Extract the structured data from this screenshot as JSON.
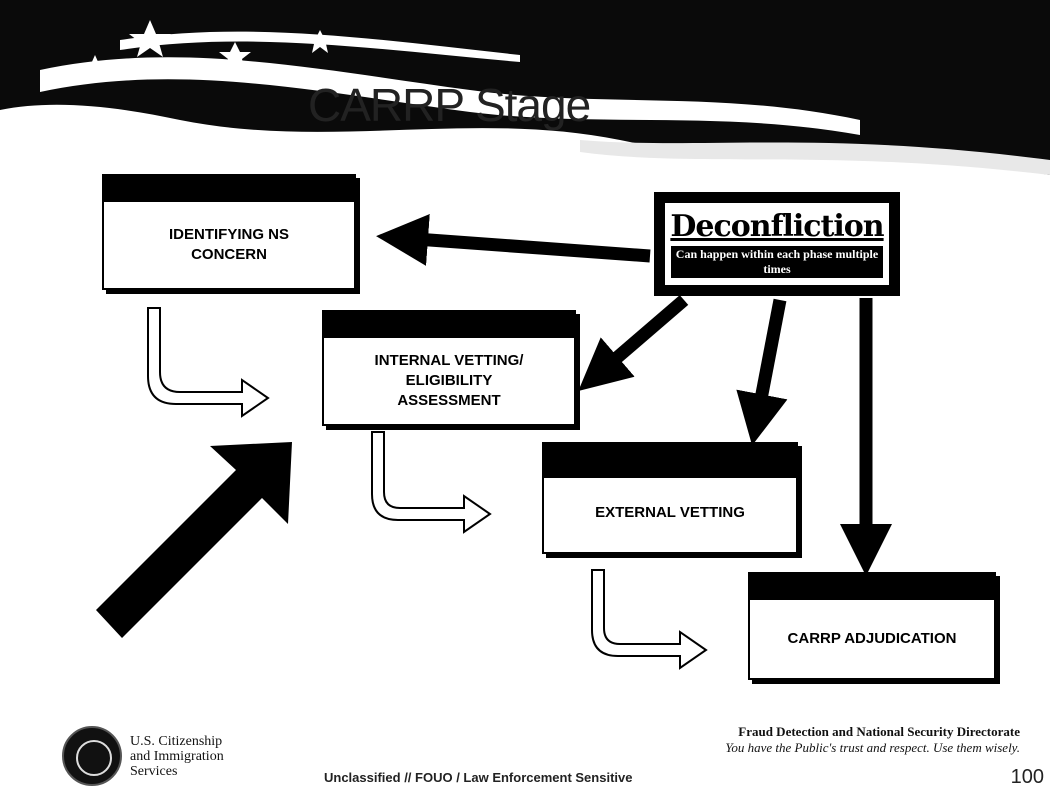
{
  "slide": {
    "title": "CARRP Stage",
    "page_number": "100"
  },
  "phases": [
    {
      "header": "",
      "label": "IDENTIFYING NS\nCONCERN"
    },
    {
      "header": "",
      "label": "INTERNAL VETTING/\nELIGIBILITY\nASSESSMENT"
    },
    {
      "header": "",
      "label": "EXTERNAL VETTING"
    },
    {
      "header": "",
      "label": "CARRP ADJUDICATION"
    }
  ],
  "deconfliction": {
    "title": "Deconfliction",
    "subtitle": "Can happen within each phase multiple times"
  },
  "footer": {
    "agency": "U.S. Citizenship\nand Immigration\nServices",
    "directorate": "Fraud Detection and National Security Directorate",
    "motto": "You have the Public's trust and respect. Use them wisely.",
    "classification": "Unclassified // FOUO / Law Enforcement Sensitive"
  },
  "colors": {
    "box_border": "#000000",
    "hollow_arrow_fill": "#ffffff"
  }
}
